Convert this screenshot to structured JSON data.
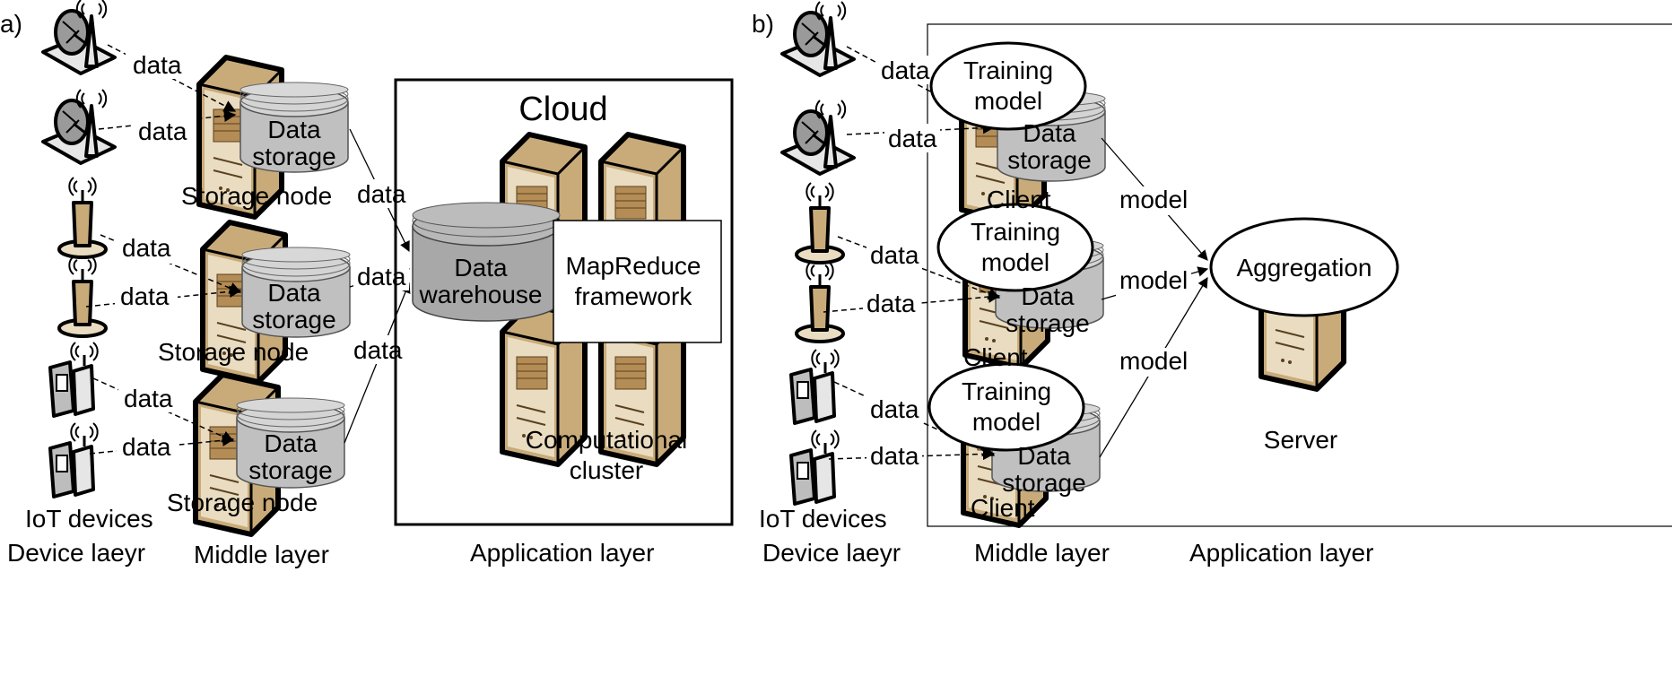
{
  "panel_a": {
    "tag": "a)",
    "edge_label": "data",
    "storage_node_label": "Storage node",
    "db_label_line1": "Data",
    "db_label_line2": "storage",
    "iot_label": "IoT devices",
    "cloud_title": "Cloud",
    "warehouse_line1": "Data",
    "warehouse_line2": "warehouse",
    "mapreduce_line1": "MapReduce",
    "mapreduce_line2": "framework",
    "cluster_line1": "Computational",
    "cluster_line2": "cluster",
    "layers": [
      "Device laeyr",
      "Middle layer",
      "Application layer"
    ]
  },
  "panel_b": {
    "tag": "b)",
    "edge_label": "data",
    "training_line1": "Training",
    "training_line2": "model",
    "db_label_line1": "Data",
    "db_label_line2": "storage",
    "client_label": "Client",
    "model_label": "model",
    "aggregation_label": "Aggregation",
    "server_label": "Server",
    "iot_label": "IoT devices",
    "layers": [
      "Device laeyr",
      "Middle layer",
      "Application layer"
    ]
  },
  "colors": {
    "server_body": "#e9dcc0",
    "server_side": "#c9ab7a",
    "disk_gray": "#c0c0c0",
    "warehouse_gray": "#a8a8a8",
    "icon_gray": "#e6e6e6"
  }
}
